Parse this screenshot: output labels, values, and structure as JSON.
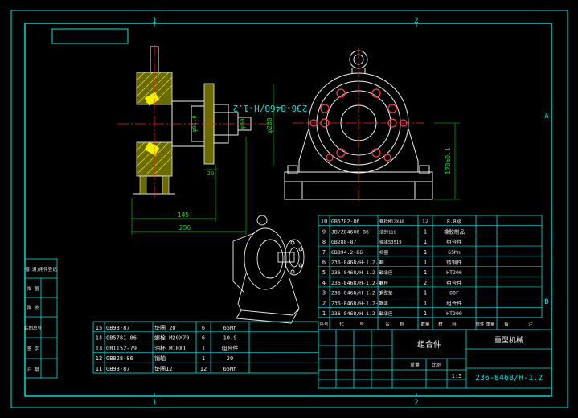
{
  "title_stamp": "236-8468/H-1.2",
  "border_marks": {
    "top": [
      "1",
      "2"
    ],
    "bottom": [
      "1",
      "2"
    ],
    "right": [
      "A",
      "B"
    ]
  },
  "colors": {
    "background": "#000000",
    "frame": "#00e5e5",
    "outline": "#f0f0f0",
    "hatch": "#f0f000",
    "center": "#ff2020",
    "dim": "#00e000"
  },
  "dimensions": {
    "d145": "145",
    "d256": "256",
    "d20": "20",
    "d200": "φ200",
    "d1700": "170±0.1",
    "bore": "φ91.0",
    "keyway": "φ90"
  },
  "upper_parts": [
    {
      "no": "10",
      "code": "GB5782-86",
      "name": "螺栓M12X40",
      "qty": "12",
      "mat": "8.8级"
    },
    {
      "no": "9",
      "code": "JB/ZQ4606-86",
      "name": "油封110",
      "qty": "1",
      "mat": "橡胶制品"
    },
    {
      "no": "8",
      "code": "GB288-87",
      "name": "轴承53519",
      "qty": "1",
      "mat": "组合件"
    },
    {
      "no": "7",
      "code": "GB894.2-86",
      "name": "挡圈",
      "qty": "1",
      "mat": "65Mn"
    },
    {
      "no": "6",
      "code": "236-8468/H-1.2.7",
      "name": "轴",
      "qty": "1",
      "mat": "铸钢件"
    },
    {
      "no": "5",
      "code": "236-8468/H-1.2-5",
      "name": "轴承座",
      "qty": "1",
      "mat": "HT200"
    },
    {
      "no": "4",
      "code": "236-8468/H-1.2-4",
      "name": "螺栓",
      "qty": "2",
      "mat": "组合件"
    },
    {
      "no": "3",
      "code": "236-8468/H-1.2-3",
      "name": "调整垫",
      "qty": "1",
      "mat": "O8F"
    },
    {
      "no": "2",
      "code": "236-8468/H-1.2-1",
      "name": "端盖",
      "qty": "1",
      "mat": "组合件"
    },
    {
      "no": "1",
      "code": "236-8468/H-1.2-1",
      "name": "轴承座",
      "qty": "1",
      "mat": "HT200"
    }
  ],
  "upper_header": [
    "序号",
    "代",
    "号",
    "名",
    "称",
    "数量",
    "材",
    "料",
    "单件",
    "重量",
    "备",
    "注"
  ],
  "lower_parts": [
    {
      "no": "15",
      "code": "GB93-87",
      "name": "垫圈 20",
      "qty": "6",
      "mat": "65Mn"
    },
    {
      "no": "14",
      "code": "GB5781-86",
      "name": "螺栓 M20X70",
      "qty": "6",
      "mat": "10.9"
    },
    {
      "no": "13",
      "code": "GB1152-79",
      "name": "油杯 M10X1",
      "qty": "1",
      "mat": "组合件"
    },
    {
      "no": "12",
      "code": "GB828-86",
      "name": "销轴",
      "qty": "1",
      "mat": "20"
    },
    {
      "no": "11",
      "code": "GB93-87",
      "name": "垫圈12",
      "qty": "12",
      "mat": "65Mn"
    }
  ],
  "side_labels": [
    "借(通)用件登记",
    "描 图",
    "描 校",
    "底图总号",
    "签 字",
    "日 期"
  ],
  "title_block": {
    "assembly_name": "组合件",
    "company": "重型机械",
    "drawing_no": "236-8468/H-1.2",
    "scale": "1:5",
    "sheet_label": "比例",
    "mass_label": "重量"
  }
}
